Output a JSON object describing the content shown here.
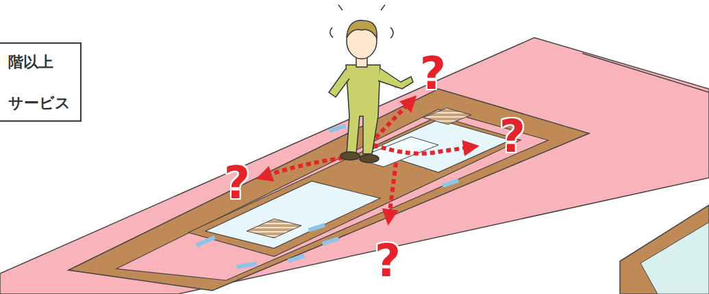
{
  "diagram": {
    "nodes": [
      {
        "text": [
          "階以上",
          "サービス"
        ]
      }
    ],
    "labels": [
      "?",
      "?",
      "?",
      "?"
    ]
  }
}
